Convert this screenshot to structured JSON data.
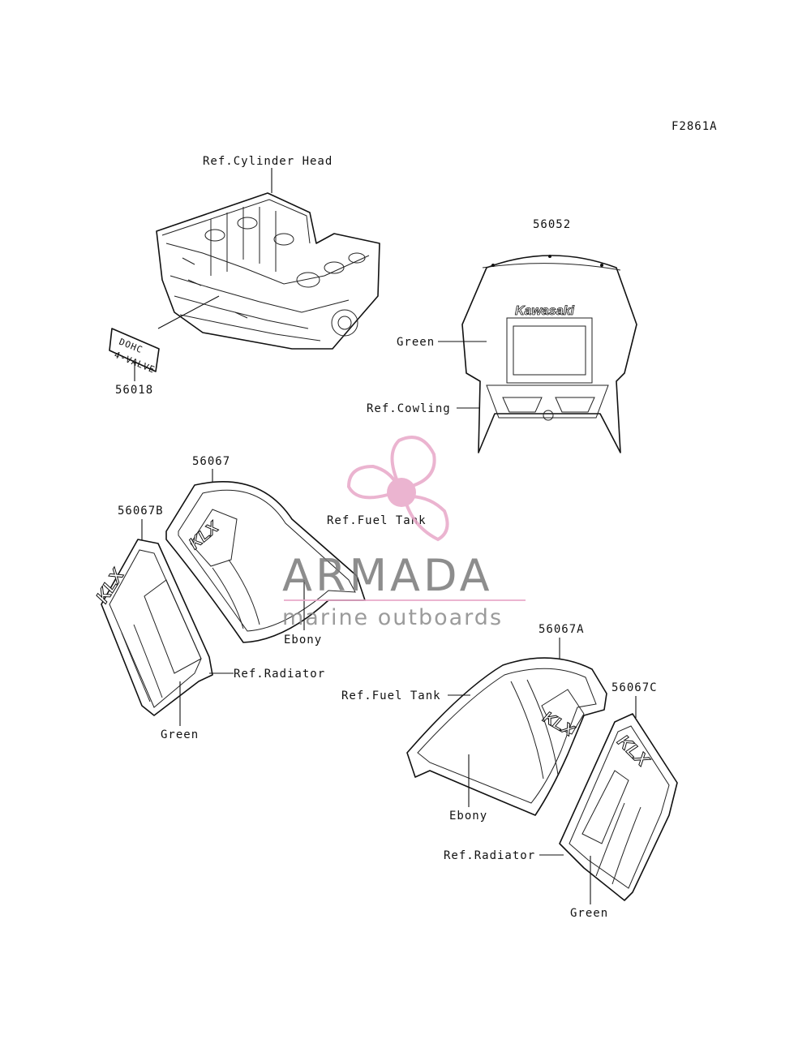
{
  "figure_code": "F2861A",
  "labels": {
    "cyl_head": "Ref.Cylinder Head",
    "part_56018": "56018",
    "part_56052": "56052",
    "green_cowl": "Green",
    "ref_cowling": "Ref.Cowling",
    "part_56067": "56067",
    "part_56067b": "56067B",
    "ref_fuel_tank_left": "Ref.Fuel Tank",
    "ebony_left": "Ebony",
    "ref_radiator_left": "Ref.Radiator",
    "green_left": "Green",
    "part_56067a": "56067A",
    "part_56067c": "56067C",
    "ref_fuel_tank_right": "Ref.Fuel Tank",
    "ebony_right": "Ebony",
    "ref_radiator_right": "Ref.Radiator",
    "green_right": "Green"
  },
  "decals": {
    "dohc_line1": "DOHC",
    "dohc_line2": "4-VALVE",
    "kawasaki": "Kawasaki"
  },
  "watermark": {
    "title": "ARMADA",
    "subtitle": "marine outboards",
    "color": "#e8a7c8"
  }
}
